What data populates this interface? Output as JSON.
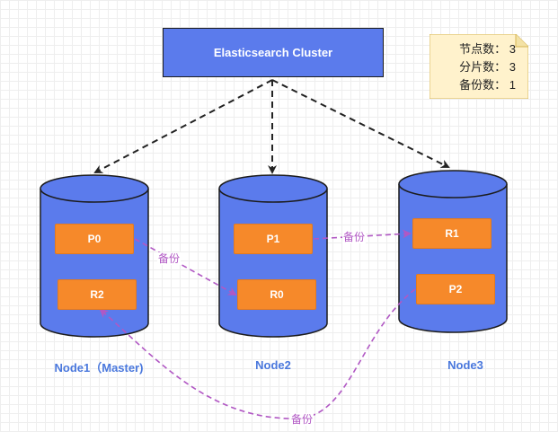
{
  "cluster": {
    "label": "Elasticsearch Cluster"
  },
  "note": {
    "lines": [
      "节点数： 3",
      "分片数： 3",
      "备份数： 1"
    ]
  },
  "nodes": [
    {
      "label": "Node1（Master)",
      "shards": [
        "P0",
        "R2"
      ]
    },
    {
      "label": "Node2",
      "shards": [
        "P1",
        "R0"
      ]
    },
    {
      "label": "Node3",
      "shards": [
        "R1",
        "P2"
      ]
    }
  ],
  "edges": {
    "backup_label": "备份"
  },
  "colors": {
    "node_fill": "#5b7bec",
    "shard_fill": "#f6892a",
    "backup_edge": "#b158c4",
    "note_fill": "#fff2cc"
  }
}
